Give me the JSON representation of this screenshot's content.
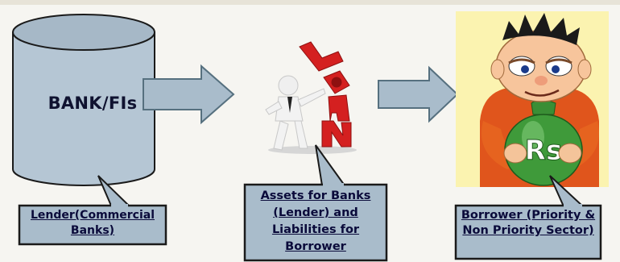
{
  "bank": {
    "title": "BANK/FIs"
  },
  "lender": {
    "label": "Lender(Commercial Banks)"
  },
  "assets": {
    "label": "Assets for Banks (Lender) and Liabilities for Borrower"
  },
  "borrower": {
    "label": "Borrower (Priority & Non Priority Sector)"
  },
  "loan_art": {
    "text": "LOAN"
  },
  "money_bag": {
    "text": "Rs"
  },
  "colors": {
    "box_fill": "#a9bccb",
    "box_border": "#1a1a1a",
    "cylinder_fill": "#b5c6d4",
    "loan_red": "#d42020",
    "bag_green": "#3f9a3a",
    "panel_yellow": "#fbf3b0"
  }
}
